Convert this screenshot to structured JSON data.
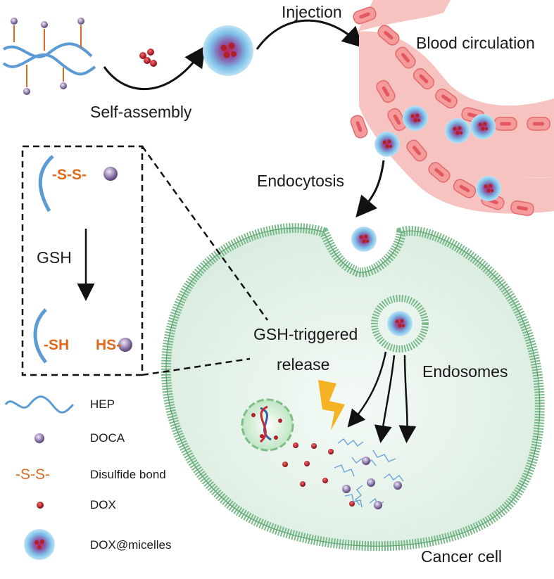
{
  "labels": {
    "injection": "Injection",
    "blood_circulation": "Blood circulation",
    "self_assembly": "Self-assembly",
    "endocytosis": "Endocytosis",
    "gsh": "GSH",
    "gsh_triggered_line1": "GSH-triggered",
    "gsh_triggered_line2": "release",
    "endosomes": "Endosomes",
    "cancer_cell": "Cancer cell",
    "ss_inset": "-S-S-",
    "sh": "-SH",
    "hs": "HS-"
  },
  "legend": {
    "hep": "HEP",
    "doca": "DOCA",
    "ss_symbol": "-S-S-",
    "disulfide": "Disulfide bond",
    "dox": "DOX",
    "micelles": "DOX@micelles"
  },
  "colors": {
    "hep_chain": "#5b9bd5",
    "doca": "#8e7aa8",
    "disulfide": "#e06a1a",
    "dox": "#b0202a",
    "micelle_shell": "#7fc4e8",
    "vessel": "#f6c3c0",
    "rbc": "#ef7f7f",
    "cell_fill": "#e6f2ea",
    "membrane": "#79b98a",
    "lightning": "#f5b323"
  }
}
